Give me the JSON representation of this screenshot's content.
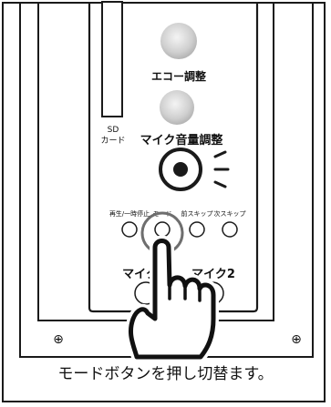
{
  "labels": {
    "echo": "エコー調整",
    "mic_volume": "マイク音量調整",
    "sd_card_line1": "SD",
    "sd_card_line2": "カード",
    "play_stop": "再生/一時停止",
    "mode": "モード",
    "prev_skip": "前スキップ",
    "next_skip": "次スキップ",
    "mic1": "マイク1",
    "mic2": "マイク2",
    "plus": "⊕"
  },
  "caption": "モードボタンを押し切替ます。",
  "icons": [
    "hand-pointer-icon",
    "screw-icon",
    "light-indicator-icon"
  ],
  "colors": {
    "line": "#1a1a1a",
    "highlight_ring": "#6e6e6e",
    "knob": "#cfcfcf"
  }
}
